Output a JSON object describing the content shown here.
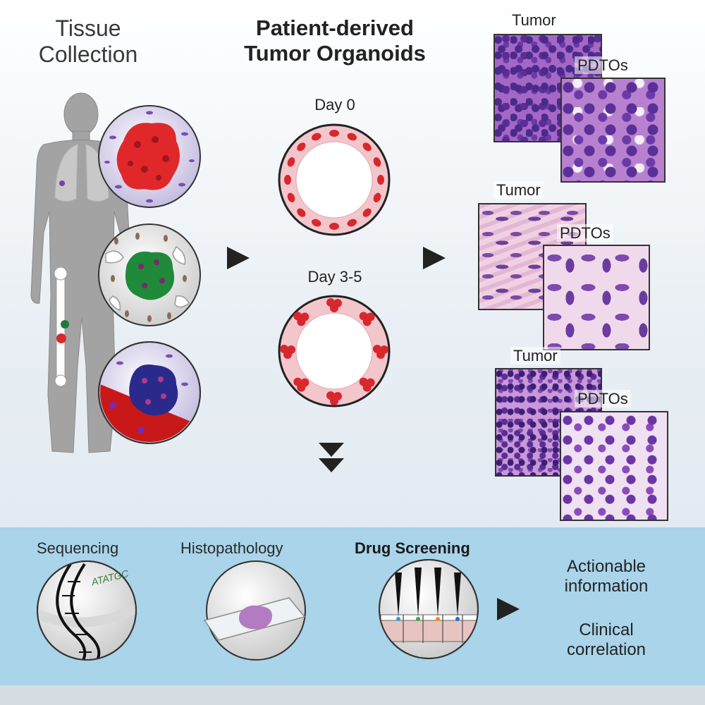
{
  "section_titles": {
    "tissue_collection": "Tissue\nCollection",
    "organoids": "Patient-derived\nTumor Organoids"
  },
  "organoid_days": {
    "day0": "Day 0",
    "day3_5": "Day 3-5"
  },
  "histology_panels": [
    {
      "tumor_label": "Tumor",
      "pdto_label": "PDTOs"
    },
    {
      "tumor_label": "Tumor",
      "pdto_label": "PDTOs"
    },
    {
      "tumor_label": "Tumor",
      "pdto_label": "PDTOs"
    }
  ],
  "bottom_steps": {
    "sequencing": "Sequencing",
    "histopathology": "Histopathology",
    "drug_screening": "Drug Screening",
    "dna_sequence_text": "ATATGC"
  },
  "outcomes": {
    "actionable": "Actionable\ninformation",
    "clinical": "Clinical\ncorrelation"
  },
  "colors": {
    "tumor_red": "#e0282a",
    "tumor_green": "#1f8a3a",
    "tumor_blue": "#2a2a8c",
    "organoid_ring": "#f3c6cc",
    "bottom_panel": "#a9d4ea"
  }
}
